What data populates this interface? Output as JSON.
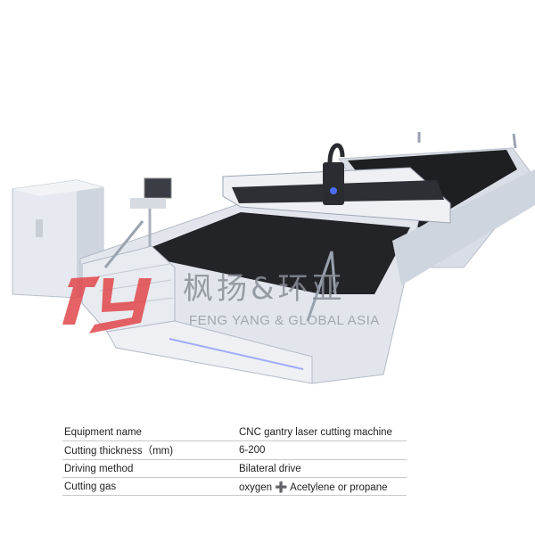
{
  "watermark": {
    "chinese": "枫扬&环亚",
    "english": "FENG YANG & GLOBAL ASIA"
  },
  "specs": [
    {
      "label": "Equipment name",
      "value": "CNC gantry laser cutting machine"
    },
    {
      "label": "Cutting thickness（mm)",
      "value": "6-200"
    },
    {
      "label": "Driving method",
      "value": "Bilateral drive"
    },
    {
      "label": "Cutting gas",
      "value": "oxygen ➕ Acetylene or propane"
    }
  ],
  "colors": {
    "accent": "#e0464b",
    "frame": "#dfe3ea",
    "bed": "#1e1f22"
  }
}
